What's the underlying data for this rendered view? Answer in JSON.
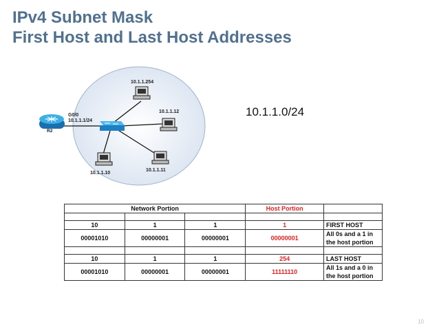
{
  "slide": {
    "title_line1": "IPv4 Subnet Mask",
    "title_line2": "First Host and Last Host Addresses",
    "subnet_label": "10.1.1.0/24",
    "page_number": "10"
  },
  "diagram": {
    "router_name": "R2",
    "router_interface": "G0/0",
    "router_ip": "10.1.1.1/24",
    "hosts": [
      "10.1.1.254",
      "10.1.1.12",
      "10.1.1.11",
      "10.1.1.10"
    ]
  },
  "table": {
    "header": [
      "Network Portion",
      "Host Portion"
    ],
    "first": {
      "decimal": [
        "10",
        "1",
        "1",
        "1"
      ],
      "binary": [
        "00001010",
        "00000001",
        "00000001",
        "00000001"
      ],
      "label": "FIRST HOST",
      "desc1": "All 0s and a 1 in",
      "desc2": "the host portion"
    },
    "last": {
      "decimal": [
        "10",
        "1",
        "1",
        "254"
      ],
      "binary": [
        "00001010",
        "00000001",
        "00000001",
        "11111110"
      ],
      "label": "LAST HOST",
      "desc1": "All 1s and a 0 in",
      "desc2": "the host portion"
    }
  },
  "colors": {
    "title": "#51708e",
    "host_portion": "#e02020",
    "router": "#1a9ad6",
    "switch": "#2a8fd0"
  },
  "icons": [
    "router-icon",
    "switch-icon",
    "pc-icon"
  ]
}
